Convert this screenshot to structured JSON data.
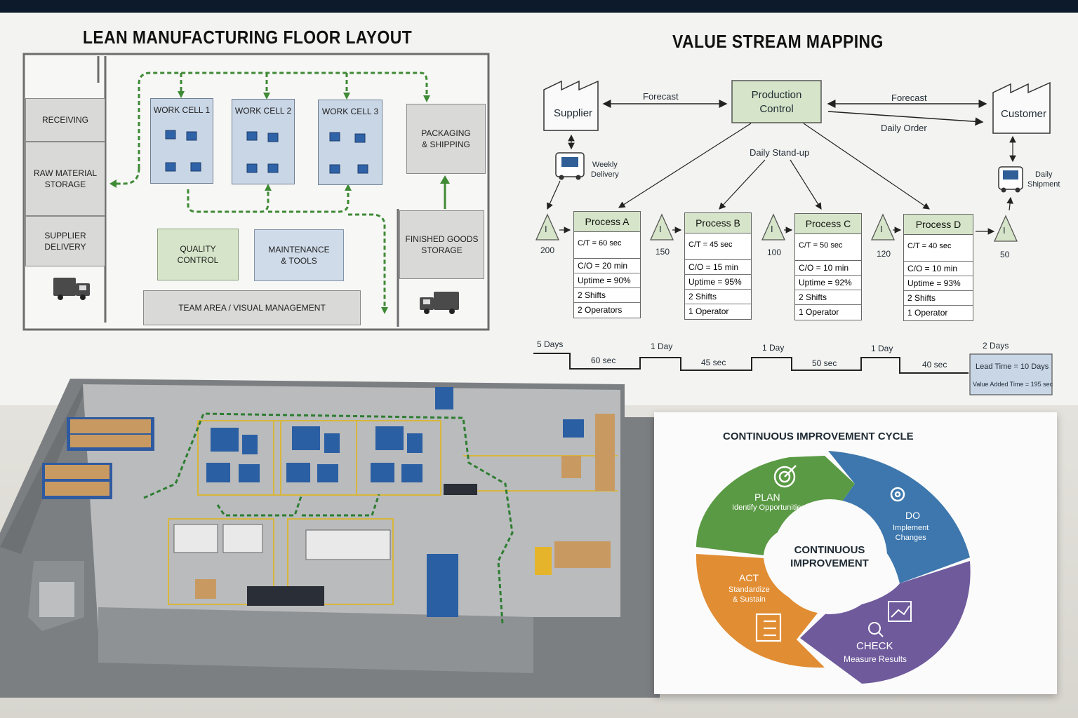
{
  "floor_layout": {
    "title": "LEAN MANUFACTURING FLOOR LAYOUT",
    "zones": {
      "receiving": "RECEIVING",
      "raw_material": "RAW MATERIAL\nSTORAGE",
      "supplier_delivery": "SUPPLIER\nDELIVERY",
      "work_cell_1": "WORK CELL 1",
      "work_cell_2": "WORK CELL 2",
      "work_cell_3": "WORK CELL 3",
      "packaging": "PACKAGING\n& SHIPPING",
      "finished_goods": "FINISHED GOODS\nSTORAGE",
      "quality_control": "QUALITY\nCONTROL",
      "maintenance": "MAINTENANCE\n& TOOLS",
      "team_area": "TEAM AREA / VISUAL MANAGEMENT"
    }
  },
  "vsm": {
    "title": "VALUE STREAM MAPPING",
    "supplier": "Supplier",
    "production_control": "Production\nControl",
    "customer": "Customer",
    "forecast_left": "Forecast",
    "forecast_right": "Forecast",
    "daily_order": "Daily Order",
    "daily_standup": "Daily Stand-up",
    "weekly_delivery": "Weekly\nDelivery",
    "daily_shipment": "Daily\nShipment",
    "inventory_symbol": "I",
    "inventory": [
      "200",
      "150",
      "100",
      "120",
      "50"
    ],
    "processes": [
      {
        "name": "Process A",
        "ct": "C/T = 60 sec",
        "co": "C/O = 20 min",
        "uptime": "Uptime = 90%",
        "shifts": "2 Shifts",
        "operators": "2 Operators"
      },
      {
        "name": "Process B",
        "ct": "C/T = 45 sec",
        "co": "C/O = 15 min",
        "uptime": "Uptime = 95%",
        "shifts": "2 Shifts",
        "operators": "1 Operator"
      },
      {
        "name": "Process C",
        "ct": "C/T = 50 sec",
        "co": "C/O = 10 min",
        "uptime": "Uptime = 92%",
        "shifts": "2 Shifts",
        "operators": "1 Operator"
      },
      {
        "name": "Process D",
        "ct": "C/T = 40 sec",
        "co": "C/O = 10 min",
        "uptime": "Uptime = 93%",
        "shifts": "2 Shifts",
        "operators": "1 Operator"
      }
    ],
    "timeline_days": [
      "5 Days",
      "1 Day",
      "1 Day",
      "1 Day",
      "2 Days"
    ],
    "timeline_secs": [
      "60 sec",
      "45 sec",
      "50 sec",
      "40 sec"
    ],
    "lead_time": "Lead Time = 10 Days",
    "value_added_time": "Value Added Time = 195 sec"
  },
  "pdca": {
    "title": "CONTINUOUS IMPROVEMENT CYCLE",
    "center": "CONTINUOUS\nIMPROVEMENT",
    "plan_title": "PLAN",
    "plan_sub": "Identify Opportunities",
    "do_title": "DO",
    "do_sub": "Implement\nChanges",
    "check_title": "CHECK",
    "check_sub": "Measure Results",
    "act_title": "ACT",
    "act_sub": "Standardize\n& Sustain",
    "colors": {
      "plan": "#5a9a44",
      "do": "#3d77ad",
      "check": "#6f5a9c",
      "act": "#e18d33"
    }
  }
}
